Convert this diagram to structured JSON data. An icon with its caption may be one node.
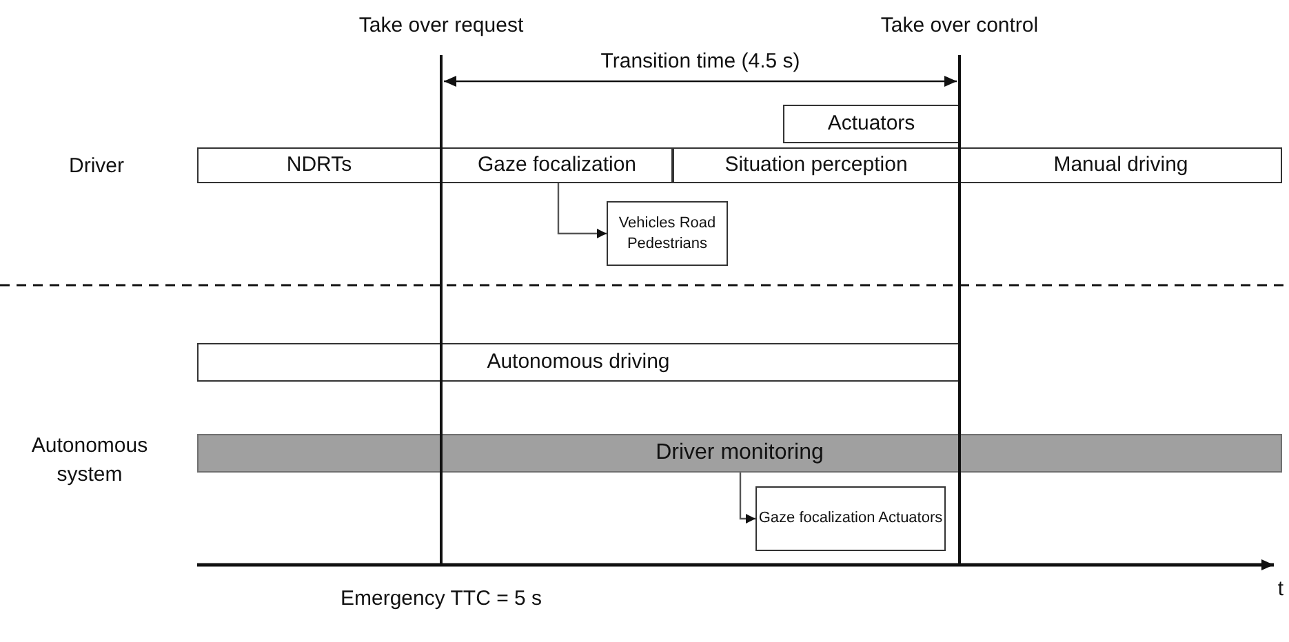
{
  "diagram": {
    "nodes": [
      {
        "text": [
          "NDRTs"
        ]
      },
      {
        "text": [
          "Gaze focalization"
        ]
      },
      {
        "text": [
          "Situation perception"
        ]
      },
      {
        "text": [
          "Manual driving"
        ]
      },
      {
        "text": [
          "Actuators"
        ]
      },
      {
        "text": [
          "Vehicles Road Pedestrians"
        ]
      },
      {
        "text": [
          "Autonomous driving"
        ]
      },
      {
        "text": [
          "Driver monitoring"
        ]
      },
      {
        "text": [
          "Gaze focalization Actuators"
        ]
      }
    ],
    "edges": [
      {
        "from": 1,
        "to": 5,
        "arrow": "to"
      },
      {
        "from": 7,
        "to": 8,
        "arrow": "to"
      }
    ],
    "labels": [
      "Take over request",
      "Take over control",
      "Transition time (4.5 s)",
      "Driver",
      "Autonomous system",
      "Emergency TTC = 5 s",
      "t"
    ]
  }
}
